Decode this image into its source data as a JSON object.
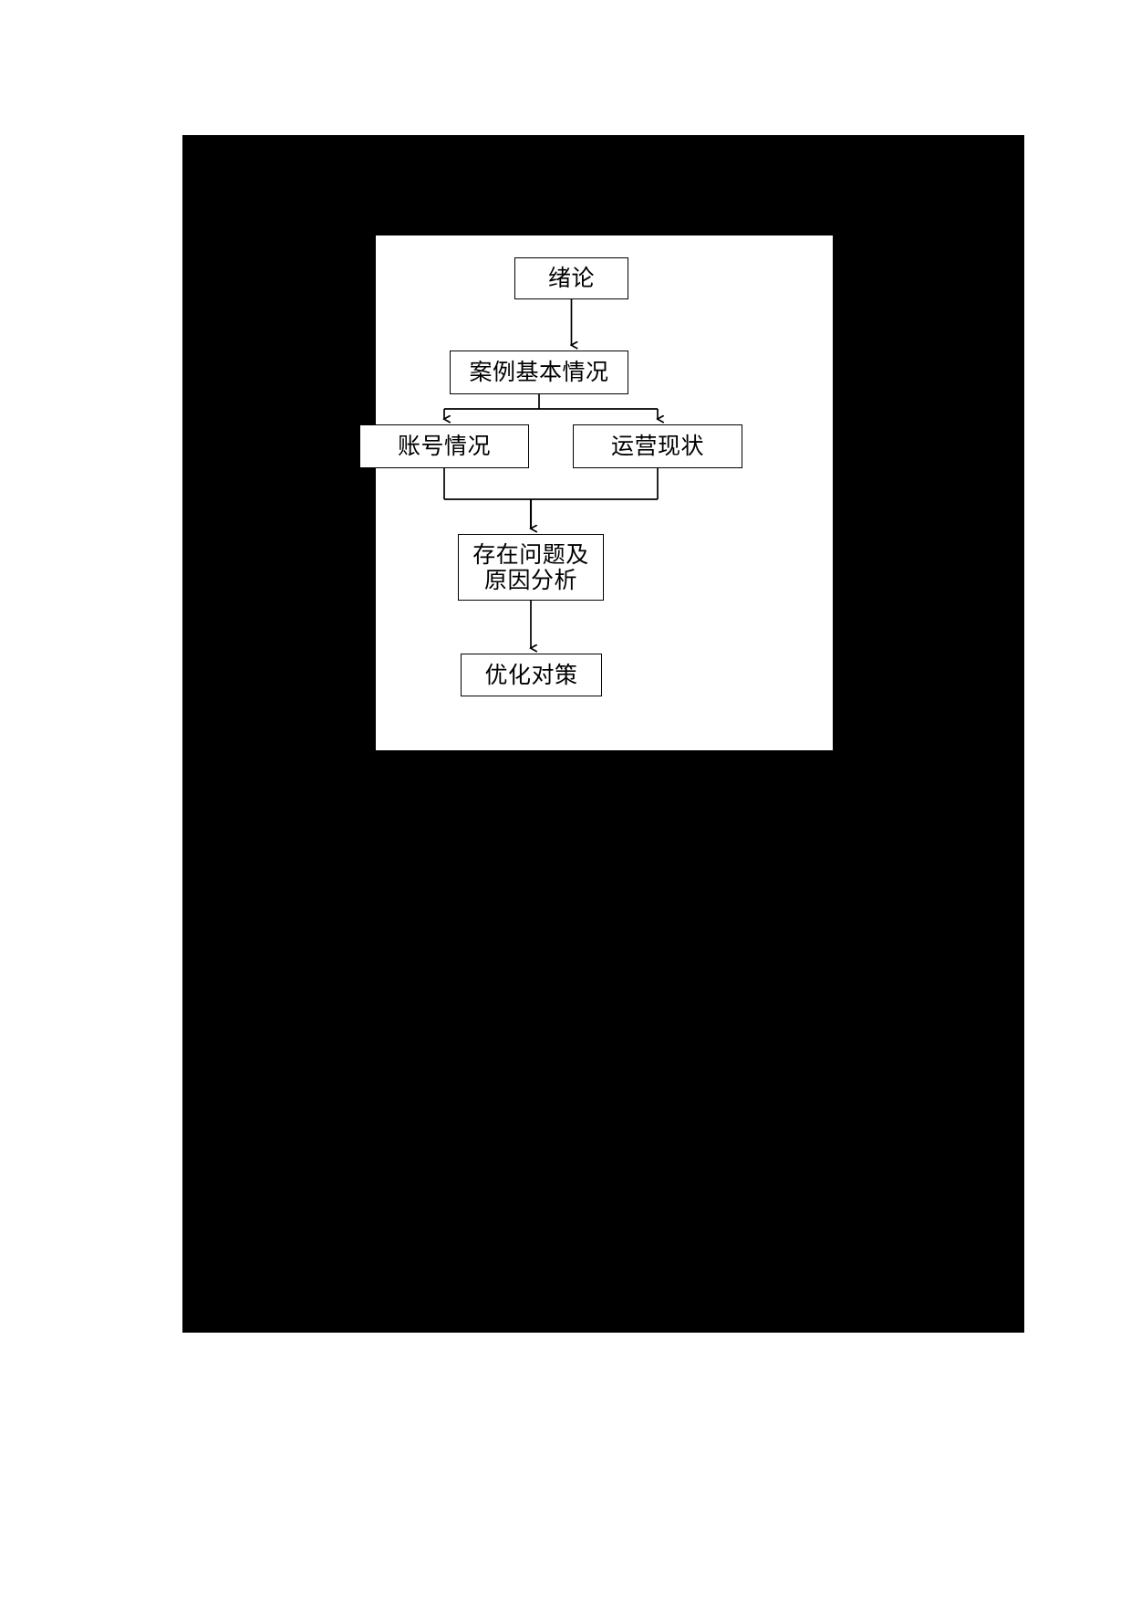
{
  "page": {
    "background_color": "#ffffff",
    "frame_color": "#000000",
    "panel_color": "#ffffff",
    "line_color": "#000000"
  },
  "diagram": {
    "type": "flowchart",
    "orientation": "top-to-bottom",
    "nodes": [
      {
        "id": "intro",
        "label": "绪论",
        "shape": "rectangle",
        "level": 1
      },
      {
        "id": "case-basics",
        "label": "案例基本情况",
        "shape": "rectangle",
        "level": 2
      },
      {
        "id": "account",
        "label": "账号情况",
        "shape": "rectangle",
        "level": 3
      },
      {
        "id": "operations",
        "label": "运营现状",
        "shape": "rectangle",
        "level": 3
      },
      {
        "id": "problems",
        "label": "存在问题及",
        "label_line2": "原因分析",
        "shape": "rectangle",
        "level": 4
      },
      {
        "id": "optimize",
        "label": "优化对策",
        "shape": "rectangle",
        "level": 5
      }
    ],
    "edges": [
      {
        "from": "intro",
        "to": "case-basics",
        "style": "arrow-down"
      },
      {
        "from": "case-basics",
        "to": "account",
        "style": "split-arrow-down-left"
      },
      {
        "from": "case-basics",
        "to": "operations",
        "style": "split-arrow-down-right"
      },
      {
        "from": "account",
        "to": "problems",
        "style": "merge-arrow-down"
      },
      {
        "from": "operations",
        "to": "problems",
        "style": "merge-arrow-down"
      },
      {
        "from": "problems",
        "to": "optimize",
        "style": "arrow-down"
      }
    ]
  }
}
